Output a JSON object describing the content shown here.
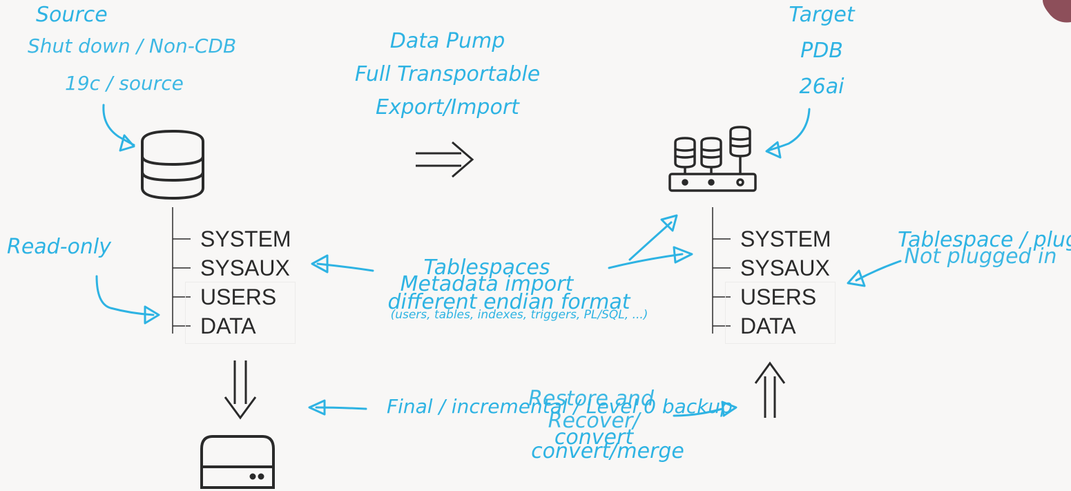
{
  "colors": {
    "ink": "#2a2a2a",
    "annotation": "#2eb3e3",
    "background": "#f8f7f6",
    "corner": "#8d4f5a"
  },
  "icons": {
    "source_db": "database-icon",
    "target_cdb": "container-database-icon",
    "backup_disk": "disk-drive-icon",
    "right_arrow": "double-right-arrow-icon",
    "down_arrow": "double-down-arrow-icon",
    "up_arrow": "double-up-arrow-icon"
  },
  "annotations": {
    "source_top": "Source",
    "source_overlap": "Shut down / Non-CDB",
    "source_version": "19c / source",
    "data_pump": [
      "Data Pump",
      "Full Transportable",
      "Export/Import"
    ],
    "target": [
      "Target",
      "PDB",
      "26ai"
    ],
    "read_only": "Read-only",
    "tablespaces_label": "Tablespaces",
    "metadata_import": "Metadata import",
    "endian": "different endian format",
    "metadata_detail": "(users, tables, indexes, triggers, PL/SQL, ...)",
    "tablespace_plugin": "Tablespace / plug-in",
    "not_plugged": "Not plugged in",
    "backup_overlap": "Final / incremental / Level 0 backup",
    "restore": "Restore and",
    "recover": "Recover/",
    "convert": "convert",
    "convert_merge": "convert/merge"
  },
  "source_tablespaces": [
    "SYSTEM",
    "SYSAUX",
    "USERS",
    "DATA"
  ],
  "target_tablespaces": [
    "SYSTEM",
    "SYSAUX",
    "USERS",
    "DATA"
  ]
}
